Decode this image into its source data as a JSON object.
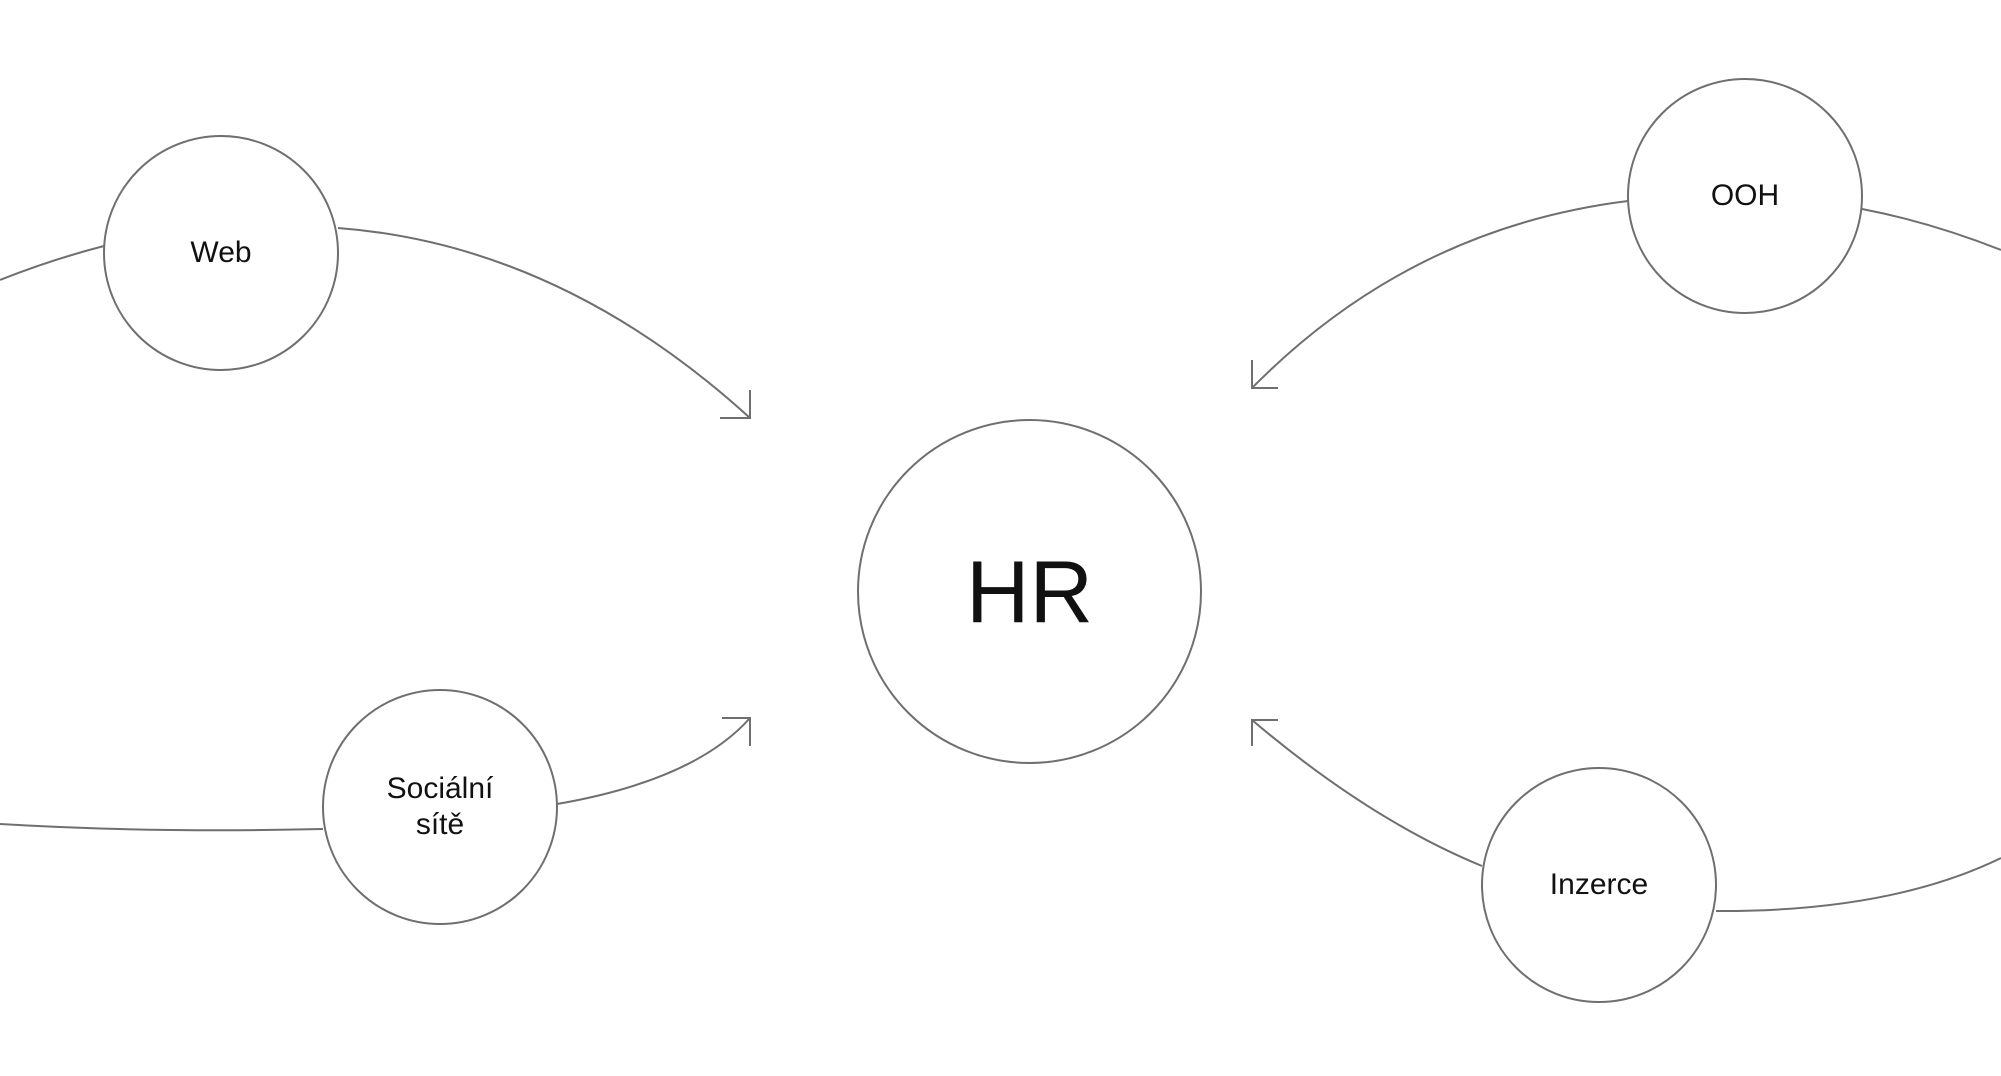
{
  "diagram": {
    "center": {
      "label": "HR"
    },
    "nodes": [
      {
        "id": "web",
        "label": "Web"
      },
      {
        "id": "social",
        "label": "Sociální sítě"
      },
      {
        "id": "ooh",
        "label": "OOH"
      },
      {
        "id": "inzerce",
        "label": "Inzerce"
      }
    ]
  },
  "colors": {
    "stroke": "#6f6f6f",
    "text": "#111111",
    "background": "#ffffff"
  }
}
